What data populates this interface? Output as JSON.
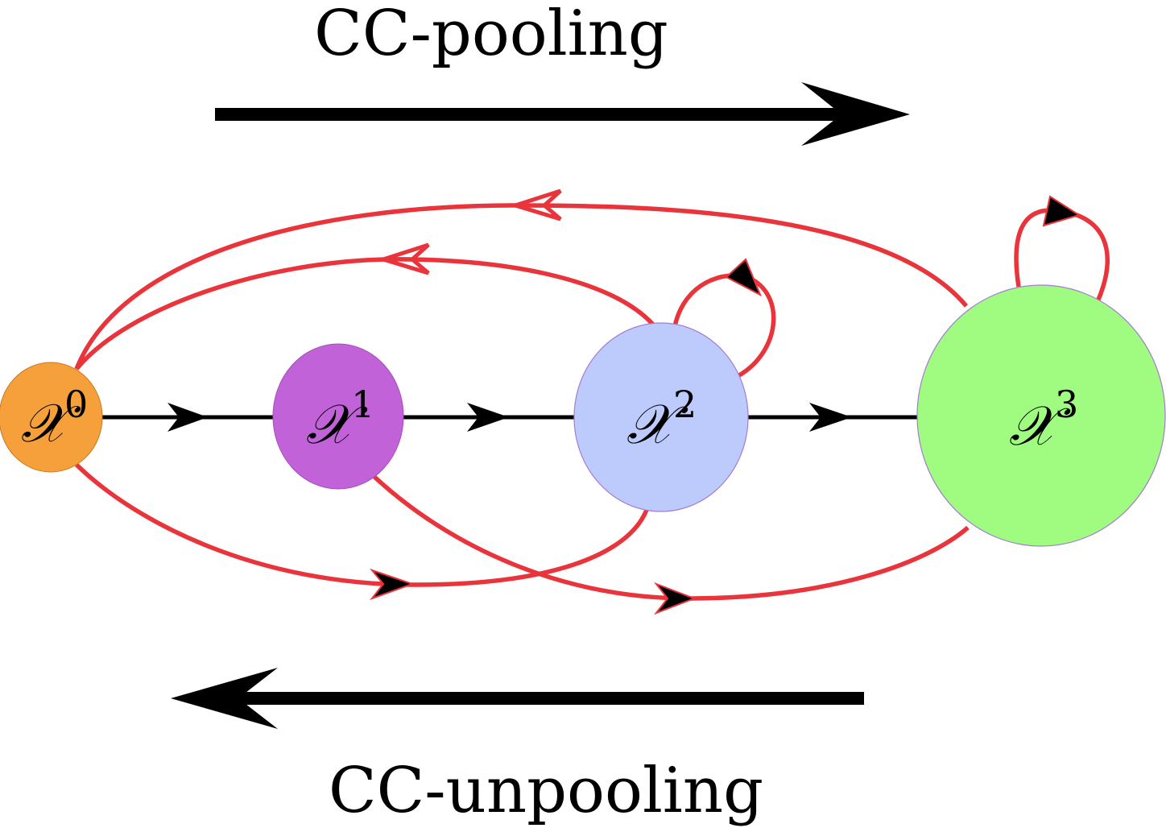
{
  "diagram": {
    "top_label": "CC-pooling",
    "bottom_label": "CC-unpooling",
    "nodes": [
      {
        "id": "x0",
        "symbol": "𝒳",
        "superscript": "0",
        "color": "#f5a03a"
      },
      {
        "id": "x1",
        "symbol": "𝒳",
        "superscript": "1",
        "color": "#c262d8"
      },
      {
        "id": "x2",
        "symbol": "𝒳",
        "superscript": "2",
        "color": "#bccafc"
      },
      {
        "id": "x3",
        "symbol": "𝒳",
        "superscript": "3",
        "color": "#a0fc80"
      }
    ],
    "colors": {
      "forward_edges": "#000000",
      "cross_edges": "#e8343a",
      "arrow_heads": "#000000"
    },
    "edges": {
      "forward": [
        [
          "x0",
          "x1"
        ],
        [
          "x1",
          "x2"
        ],
        [
          "x2",
          "x3"
        ]
      ],
      "backward": [
        [
          "x2",
          "x0"
        ],
        [
          "x3",
          "x0"
        ]
      ],
      "lower": [
        [
          "x0",
          "x2"
        ],
        [
          "x1",
          "x3"
        ]
      ],
      "self_loops": [
        "x2",
        "x3"
      ]
    }
  }
}
